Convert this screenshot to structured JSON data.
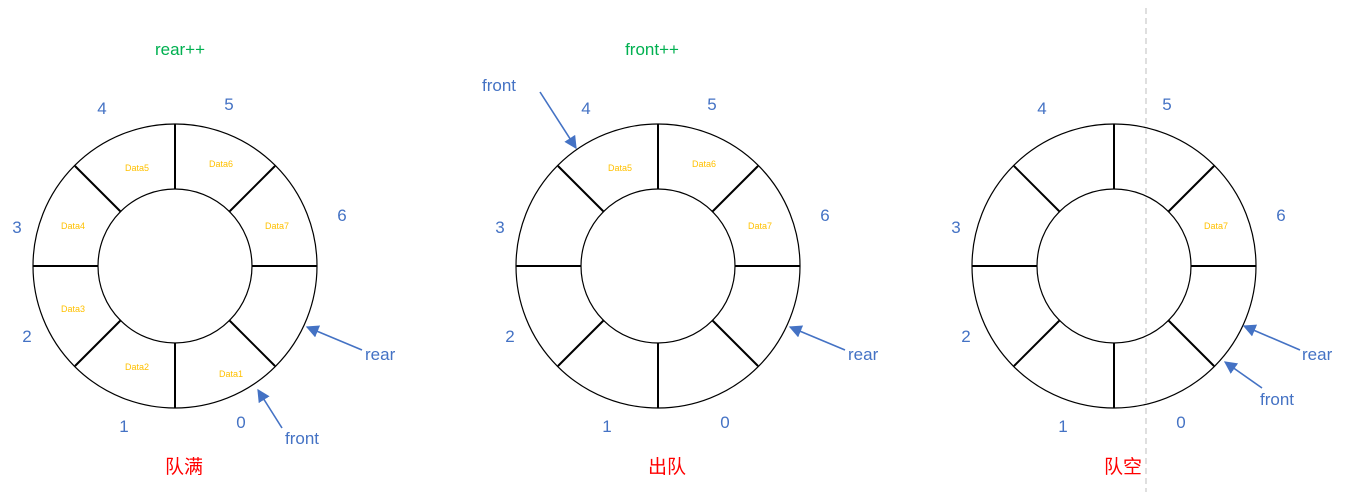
{
  "colors": {
    "index": "#4472c4",
    "pointer": "#4472c4",
    "operation": "#00b050",
    "caption": "#ff0000",
    "data": "#ffc000",
    "stroke": "#000000",
    "divider": "#bfbfbf"
  },
  "diagrams": [
    {
      "operation": "rear++",
      "caption": "队满",
      "slot_numbers": [
        "0",
        "1",
        "2",
        "3",
        "4",
        "5",
        "6"
      ],
      "cells": [
        "Data1",
        "Data2",
        "Data3",
        "Data4",
        "Data5",
        "Data6",
        "Data7",
        ""
      ],
      "pointers": {
        "rear": "rear",
        "front": "front"
      }
    },
    {
      "operation": "front++",
      "caption": "出队",
      "slot_numbers": [
        "0",
        "1",
        "2",
        "3",
        "4",
        "5",
        "6"
      ],
      "cells": [
        "",
        "",
        "",
        "",
        "Data5",
        "Data6",
        "Data7",
        ""
      ],
      "pointers": {
        "rear": "rear",
        "front": "front"
      }
    },
    {
      "operation": "",
      "caption": "队空",
      "slot_numbers": [
        "0",
        "1",
        "2",
        "3",
        "4",
        "5",
        "6"
      ],
      "cells": [
        "",
        "",
        "",
        "",
        "",
        "",
        "Data7",
        ""
      ],
      "pointers": {
        "rear": "rear",
        "front": "front"
      }
    }
  ]
}
